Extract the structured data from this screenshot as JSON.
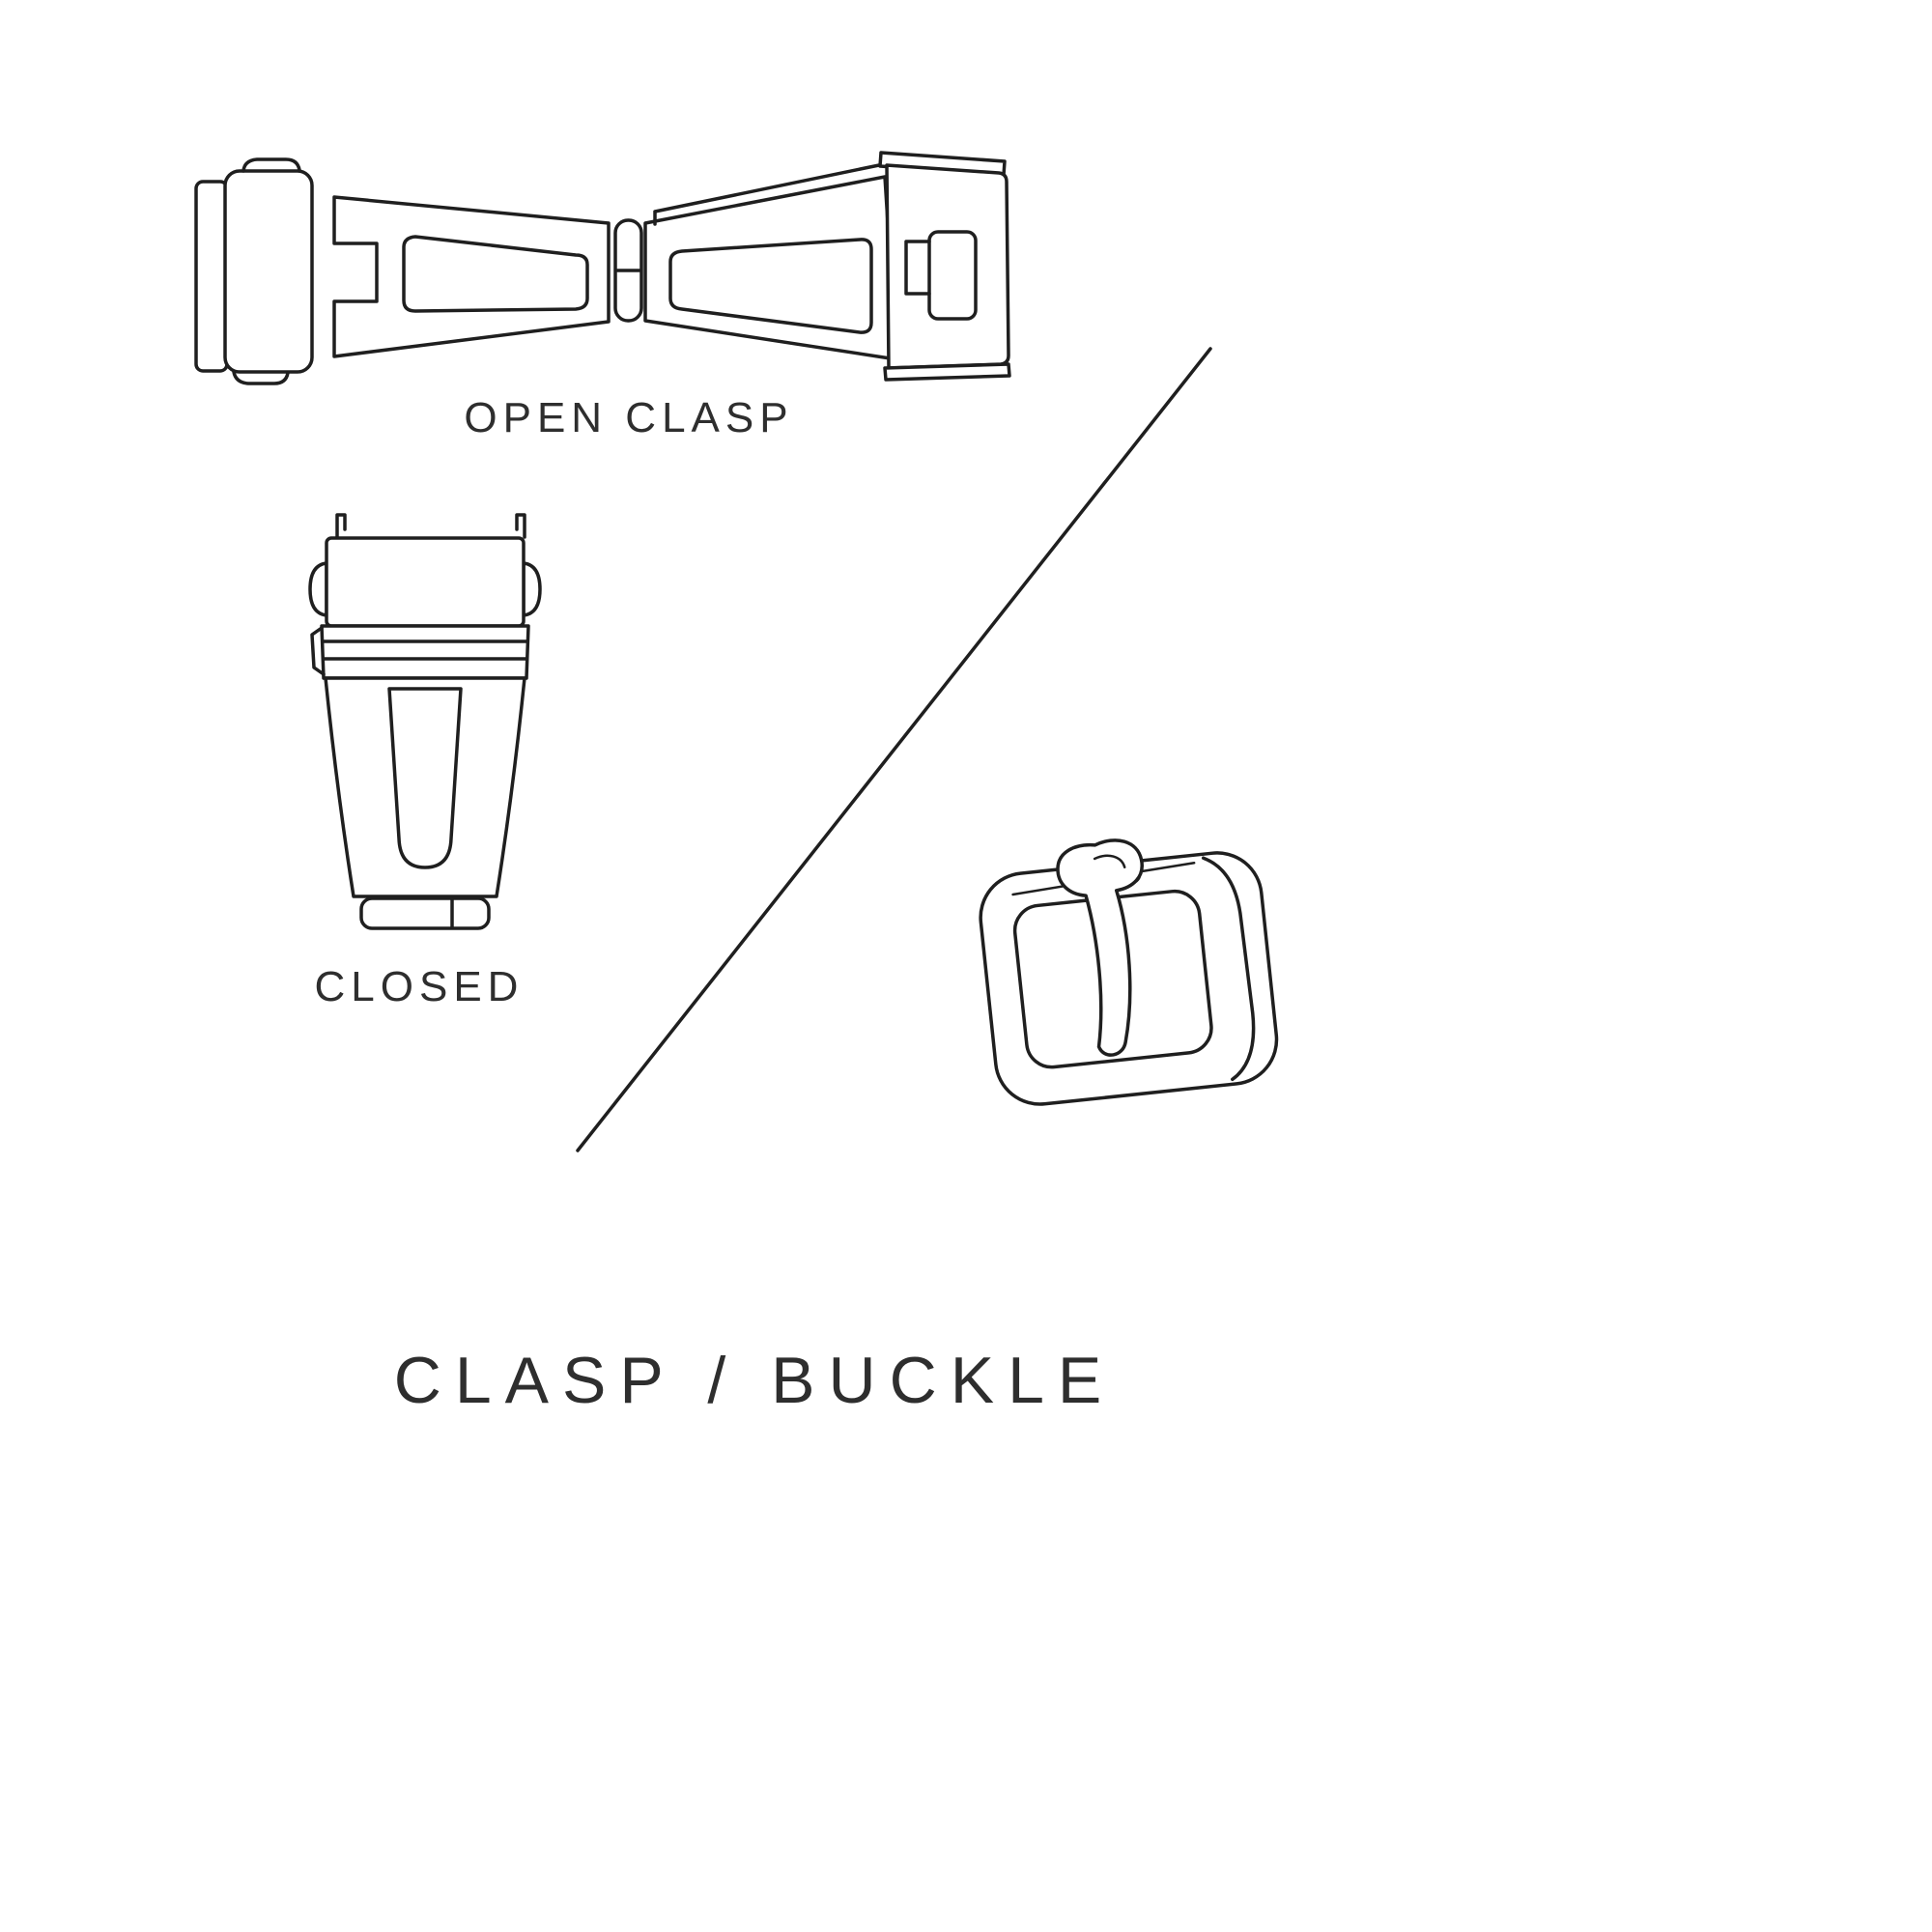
{
  "colors": {
    "background": "#ffffff",
    "line": "#1f1f1f",
    "text": "#2e2e2e"
  },
  "labels": {
    "open_clasp": "OPEN CLASP",
    "closed": "CLOSED",
    "title": "CLASP / BUCKLE"
  }
}
